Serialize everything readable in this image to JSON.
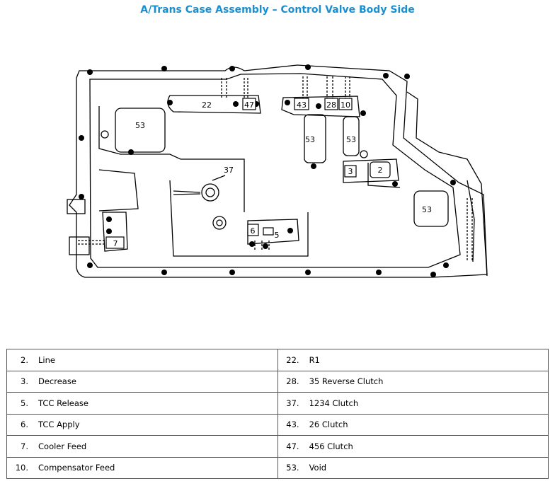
{
  "title": "A/Trans Case Assembly – Control Valve Body Side",
  "diagram_callouts": {
    "c22": "22",
    "c47": "47",
    "c43": "43",
    "c28": "28",
    "c10": "10",
    "c53a": "53",
    "c53b": "53",
    "c53c": "53",
    "c53d": "53",
    "c37": "37",
    "c3": "3",
    "c2": "2",
    "c7": "7",
    "c6": "6",
    "c5": "5"
  },
  "legend": {
    "left": [
      {
        "num": "2.",
        "label": "Line"
      },
      {
        "num": "3.",
        "label": "Decrease"
      },
      {
        "num": "5.",
        "label": "TCC Release"
      },
      {
        "num": "6.",
        "label": "TCC Apply"
      },
      {
        "num": "7.",
        "label": "Cooler Feed"
      },
      {
        "num": "10.",
        "label": "Compensator Feed"
      }
    ],
    "right": [
      {
        "num": "22.",
        "label": "R1"
      },
      {
        "num": "28.",
        "label": "35 Reverse Clutch"
      },
      {
        "num": "37.",
        "label": "1234 Clutch"
      },
      {
        "num": "43.",
        "label": "26 Clutch"
      },
      {
        "num": "47.",
        "label": "456 Clutch"
      },
      {
        "num": "53.",
        "label": "Void"
      }
    ]
  }
}
